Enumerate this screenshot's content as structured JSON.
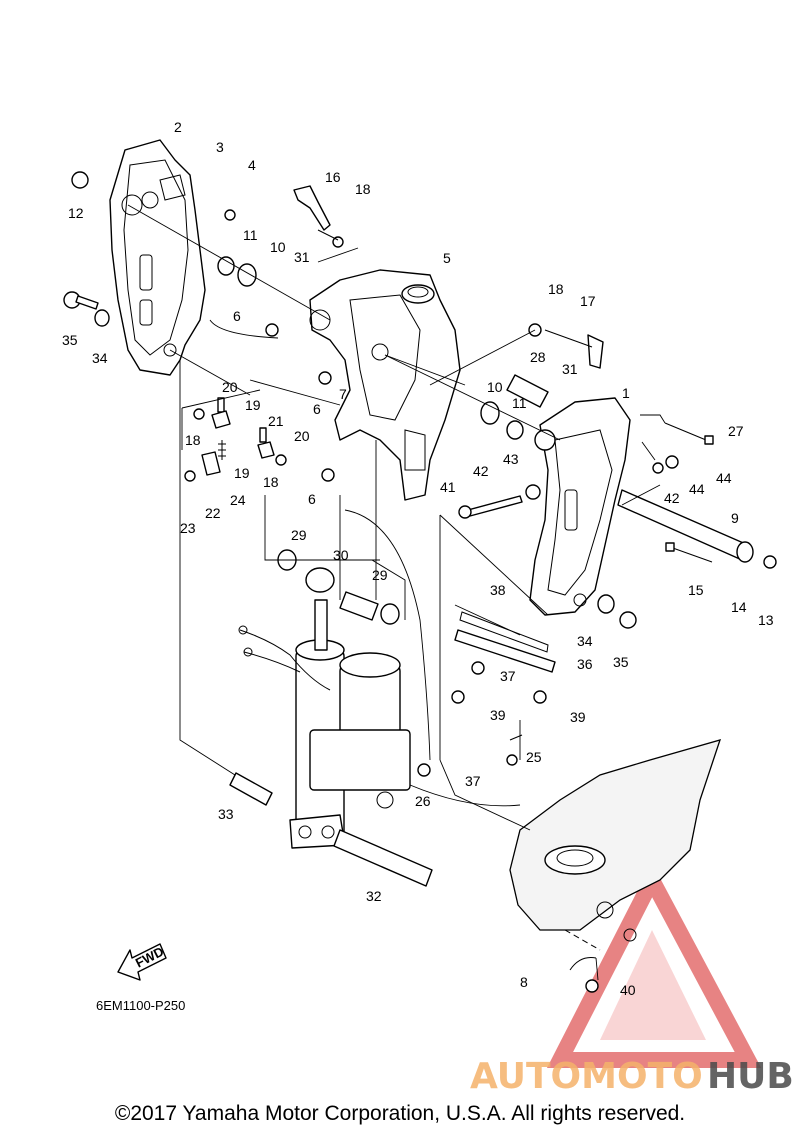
{
  "diagram": {
    "part_number_code": "6EM1100-P250",
    "direction_badge": "FWD",
    "copyright": "©2017 Yamaha Motor Corporation, U.S.A. All rights reserved.",
    "watermark": {
      "word_a": "AUTOMOTO",
      "word_b": "HUB",
      "color_a": "#f5b26b",
      "color_b": "#4a4a4a",
      "triangle_color": "#e05a5a"
    },
    "callouts": [
      {
        "id": "c2",
        "text": "2"
      },
      {
        "id": "c3",
        "text": "3"
      },
      {
        "id": "c4",
        "text": "4"
      },
      {
        "id": "c12",
        "text": "12"
      },
      {
        "id": "c11",
        "text": "11"
      },
      {
        "id": "c10",
        "text": "10"
      },
      {
        "id": "c31a",
        "text": "31"
      },
      {
        "id": "c16",
        "text": "16"
      },
      {
        "id": "c18a",
        "text": "18"
      },
      {
        "id": "c5",
        "text": "5"
      },
      {
        "id": "c18b",
        "text": "18"
      },
      {
        "id": "c17",
        "text": "17"
      },
      {
        "id": "c35a",
        "text": "35"
      },
      {
        "id": "c34a",
        "text": "34"
      },
      {
        "id": "c6a",
        "text": "6"
      },
      {
        "id": "c28",
        "text": "28"
      },
      {
        "id": "c31b",
        "text": "31"
      },
      {
        "id": "c1",
        "text": "1"
      },
      {
        "id": "c7",
        "text": "7"
      },
      {
        "id": "c6b",
        "text": "6"
      },
      {
        "id": "c10b",
        "text": "10"
      },
      {
        "id": "c11b",
        "text": "11"
      },
      {
        "id": "c20a",
        "text": "20"
      },
      {
        "id": "c19a",
        "text": "19"
      },
      {
        "id": "c18c",
        "text": "18"
      },
      {
        "id": "c21",
        "text": "21"
      },
      {
        "id": "c20b",
        "text": "20"
      },
      {
        "id": "c27",
        "text": "27"
      },
      {
        "id": "c19b",
        "text": "19"
      },
      {
        "id": "c18d",
        "text": "18"
      },
      {
        "id": "c24",
        "text": "24"
      },
      {
        "id": "c43",
        "text": "43"
      },
      {
        "id": "c42a",
        "text": "42"
      },
      {
        "id": "c44a",
        "text": "44"
      },
      {
        "id": "c44b",
        "text": "44"
      },
      {
        "id": "c22",
        "text": "22"
      },
      {
        "id": "c23",
        "text": "23"
      },
      {
        "id": "c6c",
        "text": "6"
      },
      {
        "id": "c41",
        "text": "41"
      },
      {
        "id": "c42b",
        "text": "42"
      },
      {
        "id": "c9",
        "text": "9"
      },
      {
        "id": "c29a",
        "text": "29"
      },
      {
        "id": "c30",
        "text": "30"
      },
      {
        "id": "c29b",
        "text": "29"
      },
      {
        "id": "c15",
        "text": "15"
      },
      {
        "id": "c14",
        "text": "14"
      },
      {
        "id": "c13",
        "text": "13"
      },
      {
        "id": "c38",
        "text": "38"
      },
      {
        "id": "c34b",
        "text": "34"
      },
      {
        "id": "c35b",
        "text": "35"
      },
      {
        "id": "c36",
        "text": "36"
      },
      {
        "id": "c37a",
        "text": "37"
      },
      {
        "id": "c39a",
        "text": "39"
      },
      {
        "id": "c39b",
        "text": "39"
      },
      {
        "id": "c25",
        "text": "25"
      },
      {
        "id": "c37b",
        "text": "37"
      },
      {
        "id": "c33",
        "text": "33"
      },
      {
        "id": "c26",
        "text": "26"
      },
      {
        "id": "c32",
        "text": "32"
      },
      {
        "id": "c8",
        "text": "8"
      },
      {
        "id": "c40",
        "text": "40"
      }
    ]
  }
}
